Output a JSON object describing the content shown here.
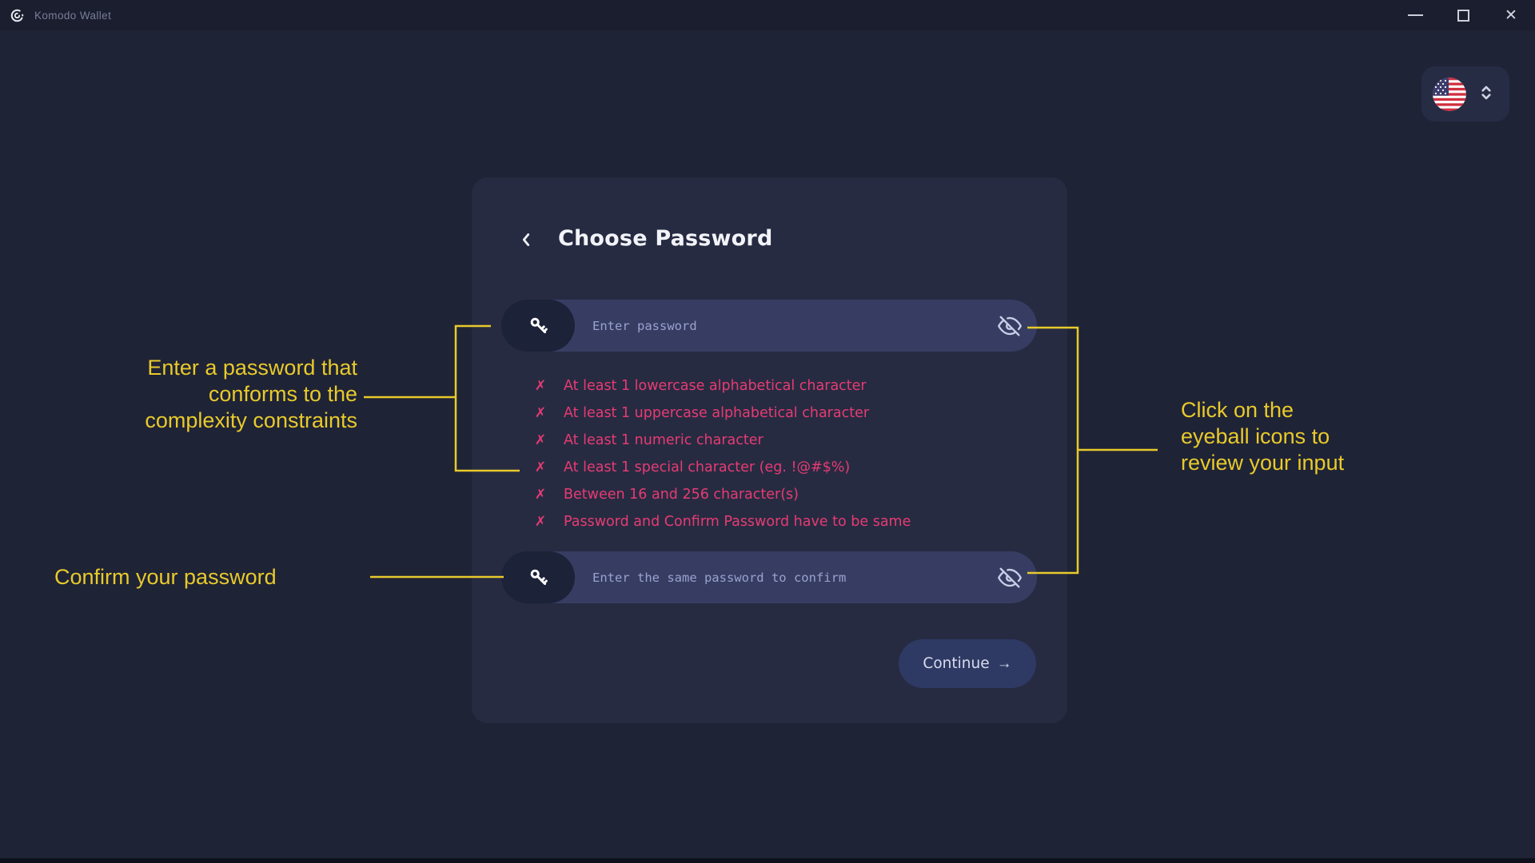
{
  "window": {
    "app_title": "Komodo Wallet"
  },
  "titlebar_icons": {
    "logo": "komodo-logo",
    "minimize": "minimize-icon",
    "maximize": "maximize-icon",
    "close": "close-icon",
    "close_glyph": "✕"
  },
  "language_selector": {
    "selected": "US",
    "flag": "us-flag"
  },
  "dialog": {
    "title": "Choose Password",
    "password_input": {
      "placeholder": "Enter password",
      "value": ""
    },
    "confirm_input": {
      "placeholder": "Enter the same password to confirm",
      "value": ""
    },
    "requirement_mark": "✗",
    "requirements": [
      "At least 1 lowercase alphabetical character",
      "At least 1 uppercase alphabetical character",
      "At least 1 numeric character",
      "At least 1 special character (eg. !@#$%)",
      "Between 16 and 256 character(s)",
      "Password and Confirm Password have to be same"
    ],
    "continue_label": "Continue",
    "continue_arrow": "→"
  },
  "annotations": {
    "password_note": "Enter a password that\nconforms to the\ncomplexity constraints",
    "confirm_note": "Confirm your password",
    "eyeball_note": "Click on the\neyeball icons to\nreview your input"
  },
  "colors": {
    "annotation_yellow": "#e8ca2b",
    "error_pink": "#e73b72",
    "page_background": "#1f2336",
    "card_background": "#262b42",
    "input_background": "#373d62",
    "button_background": "#2e3a64"
  }
}
